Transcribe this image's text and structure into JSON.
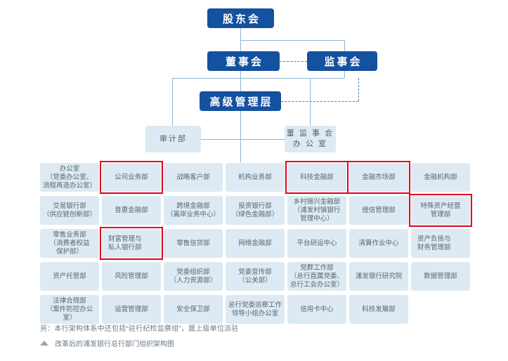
{
  "hierarchy": {
    "shareholders": "股东会",
    "board": "董事会",
    "supervisors": "监事会",
    "management": "高级管理层"
  },
  "offices": {
    "audit": "审计部",
    "board_supervisor_office": "董 监 事 会\n办 公 室"
  },
  "departments": {
    "rows": [
      [
        {
          "label": "办公室\n（党委办公室、\n流程再造办公室）",
          "highlight": false,
          "align": "center"
        },
        {
          "label": "公司业务部",
          "highlight": true,
          "align": "center"
        },
        {
          "label": "战略客户部",
          "highlight": false,
          "align": "center"
        },
        {
          "label": "机构业务部",
          "highlight": false,
          "align": "center"
        },
        {
          "label": "科技金融部",
          "highlight": true,
          "align": "center"
        },
        {
          "label": "金融市场部",
          "highlight": true,
          "align": "center"
        },
        {
          "label": "金融机构部",
          "highlight": false,
          "align": "center"
        }
      ],
      [
        {
          "label": "交易银行部\n（供应链创新部）",
          "highlight": false,
          "align": "center"
        },
        {
          "label": "普惠金融部",
          "highlight": false,
          "align": "center"
        },
        {
          "label": "跨境金融部\n（离岸业务中心）",
          "highlight": false,
          "align": "center"
        },
        {
          "label": "投资银行部\n（绿色金融部）",
          "highlight": false,
          "align": "center"
        },
        {
          "label": "乡村振兴金融部\n（浦发村镇银行\n管理中心）",
          "highlight": false,
          "align": "center"
        },
        {
          "label": "授信管理部",
          "highlight": false,
          "align": "center"
        },
        {
          "label": "特殊资产经营\n管理部",
          "highlight": true,
          "align": "center"
        }
      ],
      [
        {
          "label": "零售业务部\n（消费者权益\n保护部）",
          "highlight": false,
          "align": "center"
        },
        {
          "label": "财富管理与\n私人银行部",
          "highlight": true,
          "align": "left"
        },
        {
          "label": "零售信贷部",
          "highlight": false,
          "align": "center"
        },
        {
          "label": "网络金融部",
          "highlight": false,
          "align": "center"
        },
        {
          "label": "平台研运中心",
          "highlight": false,
          "align": "center"
        },
        {
          "label": "清算作业中心",
          "highlight": false,
          "align": "center"
        },
        {
          "label": "资产负债与\n财务管理部",
          "highlight": false,
          "align": "left"
        }
      ],
      [
        {
          "label": "资产托管部",
          "highlight": false,
          "align": "center"
        },
        {
          "label": "风险管理部",
          "highlight": false,
          "align": "center"
        },
        {
          "label": "党委组织部\n（人力资源部）",
          "highlight": false,
          "align": "center"
        },
        {
          "label": "党委宣传部\n（公关部）",
          "highlight": false,
          "align": "center"
        },
        {
          "label": "党群工作部\n（总行直属党委、\n总行工会办公室）",
          "highlight": false,
          "align": "center"
        },
        {
          "label": "浦发银行研究院",
          "highlight": false,
          "align": "center"
        },
        {
          "label": "数据管理部",
          "highlight": false,
          "align": "center"
        }
      ],
      [
        {
          "label": "法律合规部\n（案件防控办公室）",
          "highlight": false,
          "align": "center"
        },
        {
          "label": "运营管理部",
          "highlight": false,
          "align": "center"
        },
        {
          "label": "安全保卫部",
          "highlight": false,
          "align": "center"
        },
        {
          "label": "总行党委巡察工作\n领导小组办公室",
          "highlight": false,
          "align": "center"
        },
        {
          "label": "信用卡中心",
          "highlight": false,
          "align": "center"
        },
        {
          "label": "科技发展部",
          "highlight": false,
          "align": "center"
        },
        {
          "label": "",
          "highlight": false,
          "align": "center"
        }
      ]
    ]
  },
  "footer": {
    "note": "另：本行架构体系中还包括“驻行纪检监察组”，属上级单位派驻",
    "caption": "改革后的浦发银行总行部门组织架构图"
  },
  "colors": {
    "node_blue": "#14519f",
    "box_light": "#ddeaf3",
    "line": "#8fb4d4",
    "highlight_red": "#e3001b"
  }
}
